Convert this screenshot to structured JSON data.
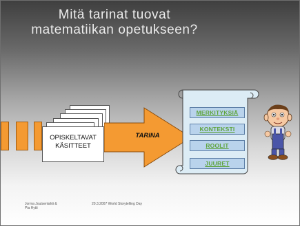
{
  "slide": {
    "title_line1": "Mitä tarinat tuovat",
    "title_line2": "matematiikan opetukseen?"
  },
  "concepts": {
    "line1": "OPISKELTAVAT",
    "line2": "KÄSITTEET"
  },
  "arrow_label": "TARINA",
  "options": [
    {
      "label": "MERKITYKSIÄ"
    },
    {
      "label": "KONTEKSTI"
    },
    {
      "label": "ROOLIT"
    },
    {
      "label": "JUURET"
    }
  ],
  "footer": {
    "author_line1": "Jorma Joutsenlahti &",
    "author_line2": "Pia Hytti",
    "date_event": "20.3.2007 World Storytelling Day"
  },
  "colors": {
    "accent_orange": "#f49a32",
    "option_bg": "#b9d3ec",
    "option_text": "#5ea43c",
    "scroll_fill": "#dcecf5"
  }
}
